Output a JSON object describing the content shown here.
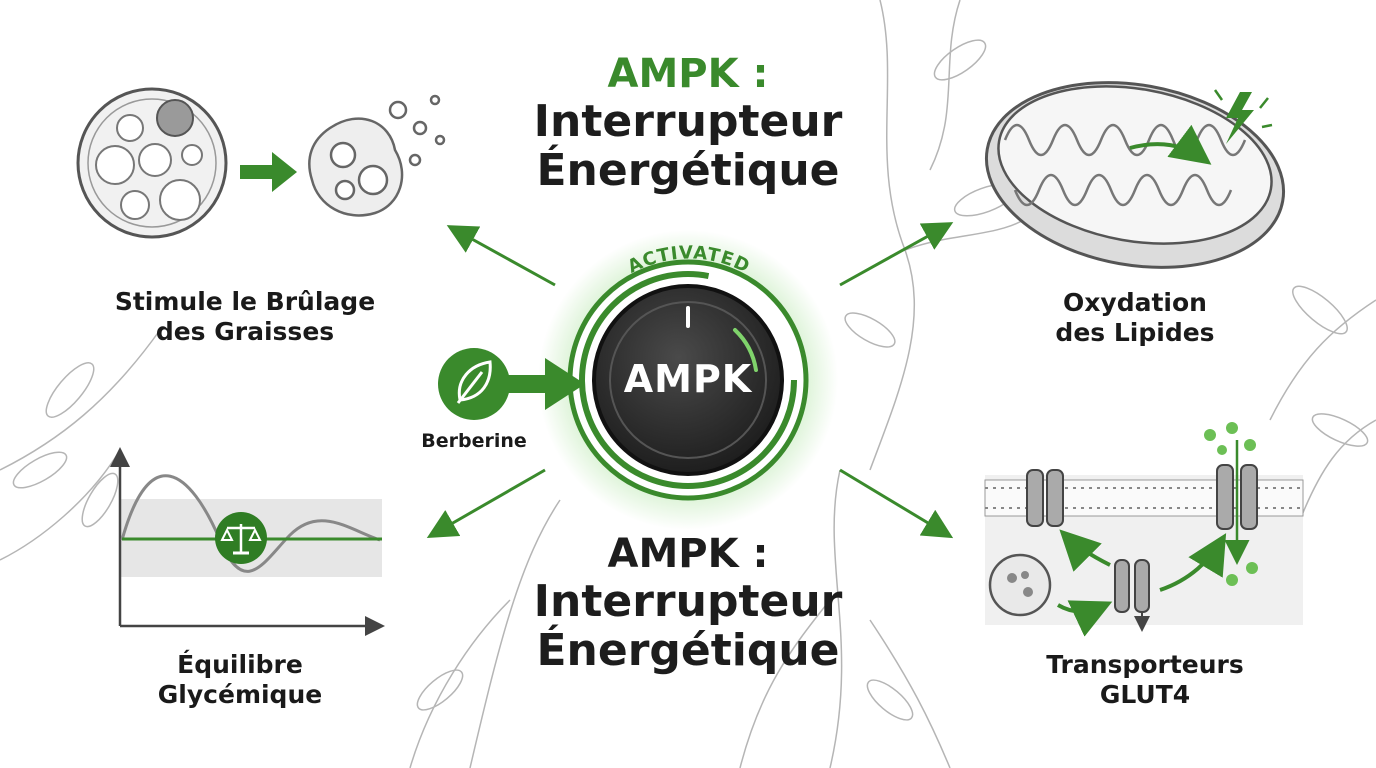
{
  "title_top": {
    "line1": "AMPK :",
    "line2": "Interrupteur",
    "line3": "Énergétique"
  },
  "title_bottom": {
    "line1": "AMPK :",
    "line2": "Interrupteur",
    "line3": "Énergétique"
  },
  "center": {
    "name": "AMPK",
    "status": "ACTIVATED"
  },
  "input": {
    "label": "Berberine",
    "icon": "leaf-icon"
  },
  "effects": [
    {
      "line1": "Stimule le Brûlage",
      "line2": "des Graisses",
      "icon": "fat-cell-icon"
    },
    {
      "line1": "Oxydation",
      "line2": "des Lipides",
      "icon": "mitochondrion-icon"
    },
    {
      "line1": "Équilibre",
      "line2": "Glycémique",
      "icon": "glucose-balance-chart-icon"
    },
    {
      "line1": "Transporteurs",
      "line2": "GLUT4",
      "icon": "membrane-transporter-icon"
    }
  ],
  "colors": {
    "accent": "#3a8a2c",
    "dark": "#2b2b2b",
    "line": "#555555"
  }
}
